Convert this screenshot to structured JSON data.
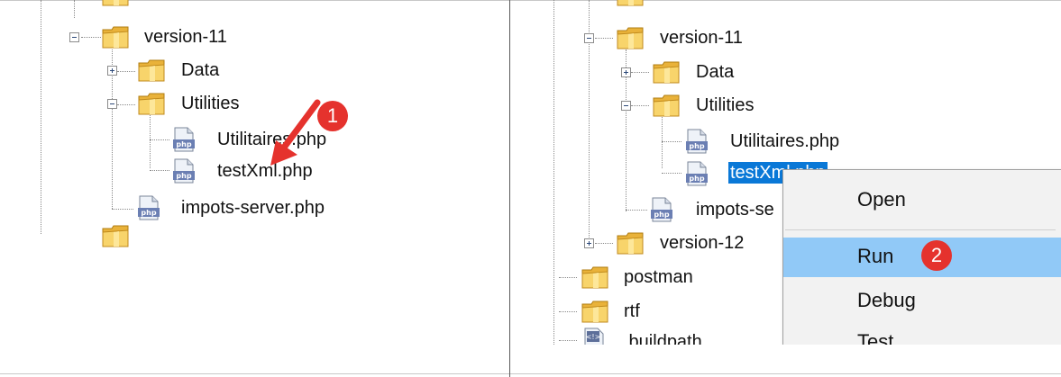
{
  "left_tree": {
    "version11": "version-11",
    "data": "Data",
    "utilities": "Utilities",
    "utilitaires": "Utilitaires.php",
    "testxml": "testXml.php",
    "impots": "impots-server.php"
  },
  "right_tree": {
    "version11": "version-11",
    "data": "Data",
    "utilities": "Utilities",
    "utilitaires": "Utilitaires.php",
    "testxml": "testXml.php",
    "impots": "impots-se",
    "version12": "version-12",
    "postman": "postman",
    "rtf": "rtf",
    "buildpath": ".buildpath"
  },
  "context_menu": {
    "open": "Open",
    "run": "Run",
    "debug": "Debug",
    "test": "Test"
  },
  "callouts": {
    "step1": "1",
    "step2": "2"
  },
  "colors": {
    "selection": "#0a78d7",
    "menu_highlight": "#91c9f7",
    "callout": "#e5322d",
    "arrow": "#e5322d"
  }
}
